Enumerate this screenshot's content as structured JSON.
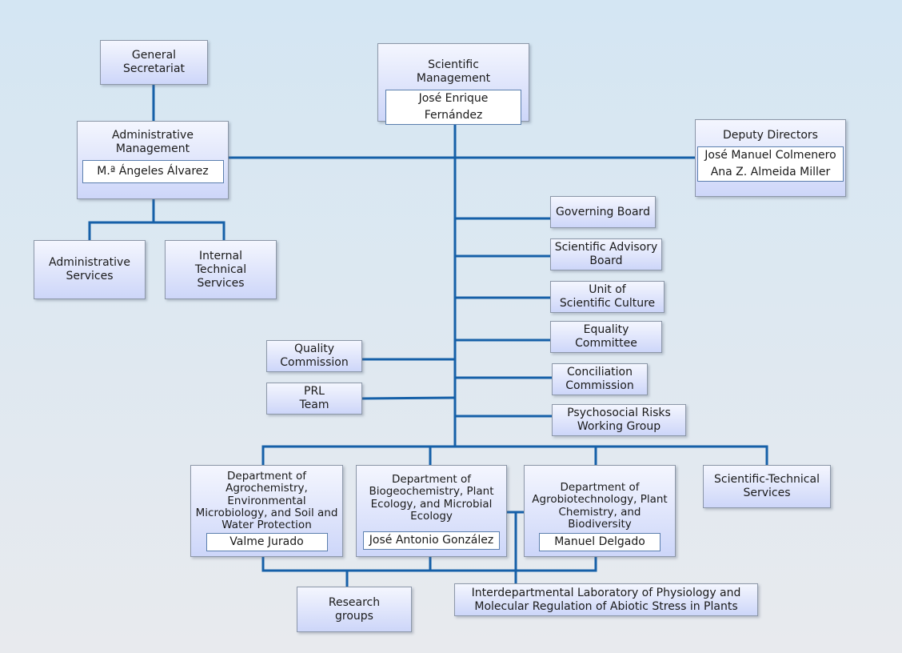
{
  "diagram": {
    "general_secretariat": "General\nSecretariat",
    "scientific_management": {
      "title": "Scientific\nManagement",
      "person": "José Enrique Fernández"
    },
    "administrative_management": {
      "title": "Administrative\nManagement",
      "person": "M.ª Ángeles Álvarez"
    },
    "deputy_directors": {
      "title": "Deputy Directors",
      "person": "José Manuel Colmenero\nAna Z. Almeida Miller"
    },
    "administrative_services": "Administrative\nServices",
    "internal_technical_services": "Internal\nTechnical\nServices",
    "governing_board": "Governing Board",
    "scientific_advisory_board": "Scientific Advisory\nBoard",
    "unit_scientific_culture": "Unit of\nScientific Culture",
    "equality_committee": "Equality\nCommittee",
    "conciliation_commission": "Conciliation\nCommission",
    "psychosocial_risks": "Psychosocial Risks\nWorking Group",
    "quality_commission": "Quality\nCommission",
    "prl_team": "PRL\nTeam",
    "dept_agrochemistry": {
      "title": "Department of\nAgrochemistry,\nEnvironmental\nMicrobiology, and Soil and\nWater Protection",
      "person": "Valme Jurado"
    },
    "dept_biogeochemistry": {
      "title": "Department of\nBiogeochemistry, Plant\nEcology, and Microbial\nEcology",
      "person": "José Antonio González"
    },
    "dept_agrobiotechnology": {
      "title": "Department of\nAgrobiotechnology, Plant\nChemistry, and\nBiodiversity",
      "person": "Manuel Delgado"
    },
    "scientific_technical_services": "Scientific-Technical\nServices",
    "research_groups": "Research\ngroups",
    "interdepartmental_lab": "Interdepartmental Laboratory of Physiology and\nMolecular Regulation of Abiotic Stress in Plants"
  },
  "colors": {
    "connector": "#1660a8",
    "box_border": "#8c97a8",
    "person_border": "#5b7fae"
  }
}
